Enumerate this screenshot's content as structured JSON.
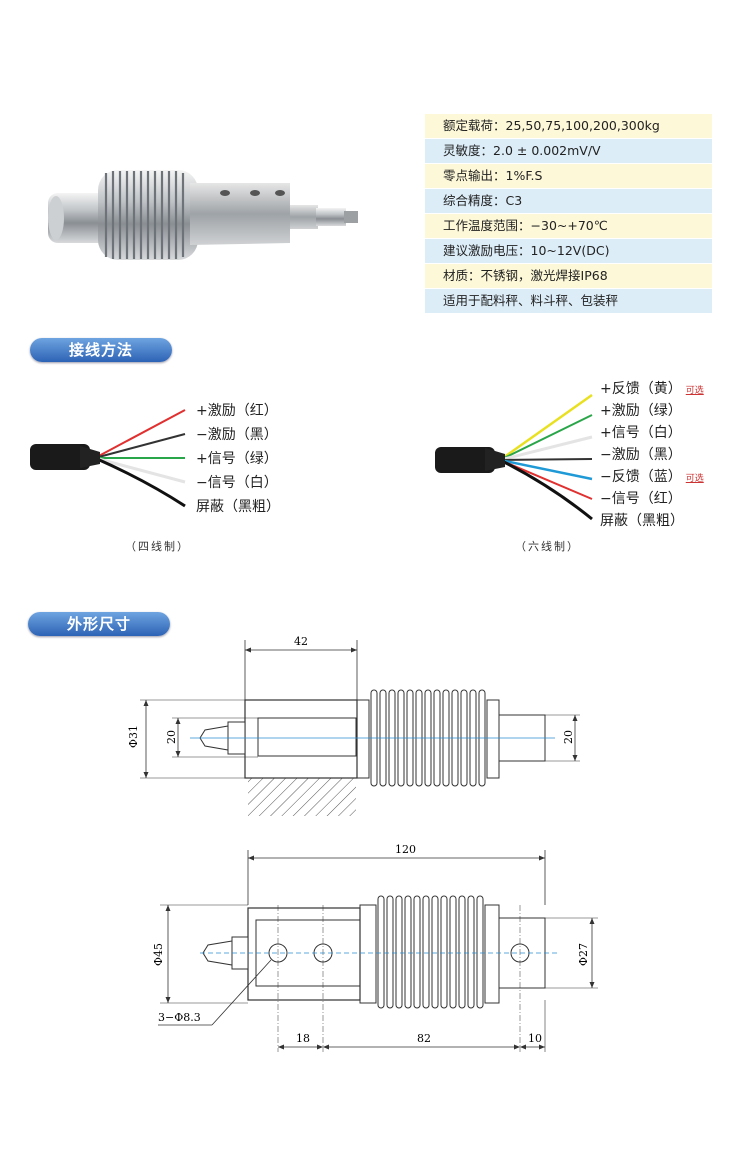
{
  "specs": [
    {
      "label": "额定载荷：",
      "value": "25,50,75,100,200,300kg"
    },
    {
      "label": "灵敏度：",
      "value": "2.0 ± 0.002mV/V"
    },
    {
      "label": "零点输出：",
      "value": "1%F.S"
    },
    {
      "label": "综合精度：",
      "value": "C3"
    },
    {
      "label": "工作温度范围：",
      "value": "−30~+70℃"
    },
    {
      "label": "建议激励电压：",
      "value": "10~12V(DC)"
    },
    {
      "label": "材质：",
      "value": "不锈钢，激光焊接IP68"
    },
    {
      "label": "",
      "value": "适用于配料秤、料斗秤、包装秤"
    }
  ],
  "wiring": {
    "title": "接线方法",
    "four_wire": {
      "labels": [
        "+激励（红）",
        "−激励（黑）",
        "+信号（绿）",
        "−信号（白）",
        "屏蔽（黑粗）"
      ],
      "caption": "（四线制）"
    },
    "six_wire": {
      "labels": [
        "+反馈（黄）",
        "+激励（绿）",
        "+信号（白）",
        "−激励（黑）",
        "−反馈（蓝）",
        "−信号（红）",
        "屏蔽（黑粗）"
      ],
      "optional_text": "可选",
      "caption": "（六线制）"
    },
    "colors": {
      "red": "#e03030",
      "black": "#222222",
      "green": "#2aa64a",
      "white": "#e8e8e8",
      "yellow": "#e8e020",
      "blue": "#1f9ad6"
    }
  },
  "dimensions": {
    "title": "外形尺寸",
    "top_view": {
      "width_42": "42",
      "phi31": "Φ31",
      "left_20": "20",
      "right_20": "20"
    },
    "bottom_view": {
      "length_120": "120",
      "phi45": "Φ45",
      "phi27": "Φ27",
      "holes": "3−Φ8.3",
      "d18": "18",
      "d82": "82",
      "d10": "10"
    }
  }
}
